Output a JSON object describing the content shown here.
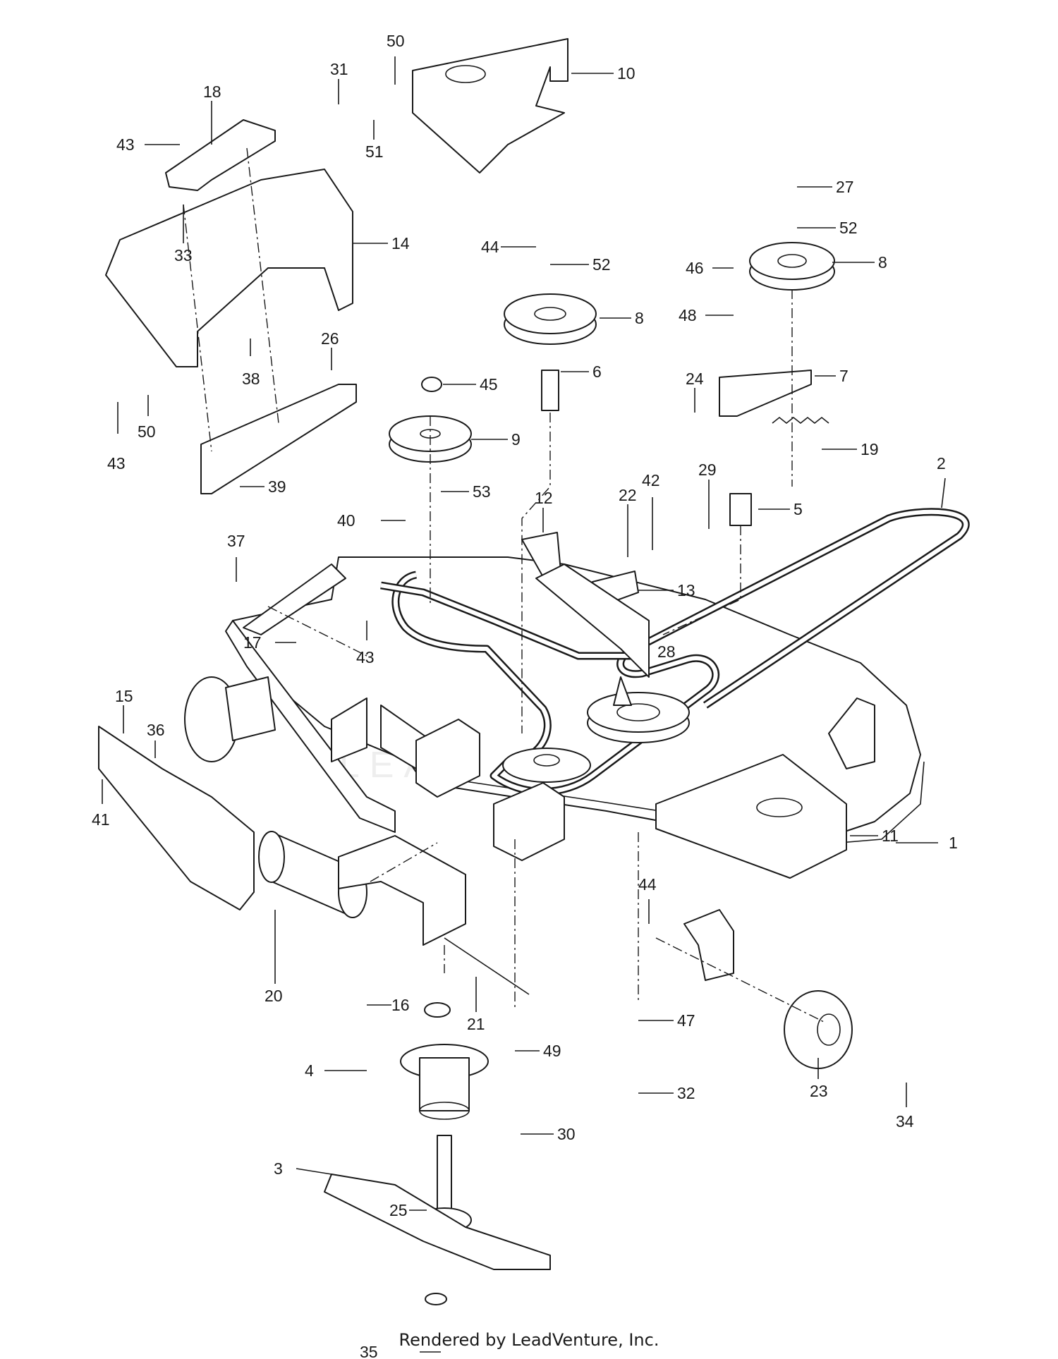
{
  "diagram": {
    "callouts": [
      {
        "n": "1"
      },
      {
        "n": "2"
      },
      {
        "n": "3"
      },
      {
        "n": "4"
      },
      {
        "n": "5"
      },
      {
        "n": "6"
      },
      {
        "n": "7"
      },
      {
        "n": "8"
      },
      {
        "n": "8"
      },
      {
        "n": "9"
      },
      {
        "n": "10"
      },
      {
        "n": "11"
      },
      {
        "n": "12"
      },
      {
        "n": "13"
      },
      {
        "n": "14"
      },
      {
        "n": "15"
      },
      {
        "n": "16"
      },
      {
        "n": "17"
      },
      {
        "n": "18"
      },
      {
        "n": "19"
      },
      {
        "n": "20"
      },
      {
        "n": "21"
      },
      {
        "n": "22"
      },
      {
        "n": "23"
      },
      {
        "n": "24"
      },
      {
        "n": "25"
      },
      {
        "n": "26"
      },
      {
        "n": "27"
      },
      {
        "n": "28"
      },
      {
        "n": "29"
      },
      {
        "n": "30"
      },
      {
        "n": "31"
      },
      {
        "n": "32"
      },
      {
        "n": "33"
      },
      {
        "n": "34"
      },
      {
        "n": "35"
      },
      {
        "n": "36"
      },
      {
        "n": "37"
      },
      {
        "n": "38"
      },
      {
        "n": "39"
      },
      {
        "n": "40"
      },
      {
        "n": "41"
      },
      {
        "n": "42"
      },
      {
        "n": "43"
      },
      {
        "n": "43"
      },
      {
        "n": "43"
      },
      {
        "n": "44"
      },
      {
        "n": "44"
      },
      {
        "n": "45"
      },
      {
        "n": "46"
      },
      {
        "n": "47"
      },
      {
        "n": "48"
      },
      {
        "n": "49"
      },
      {
        "n": "50"
      },
      {
        "n": "50"
      },
      {
        "n": "51"
      },
      {
        "n": "52"
      },
      {
        "n": "52"
      },
      {
        "n": "53"
      }
    ]
  },
  "watermark": "LEADVENTURE",
  "footer": {
    "text": "Rendered by LeadVenture, Inc."
  }
}
